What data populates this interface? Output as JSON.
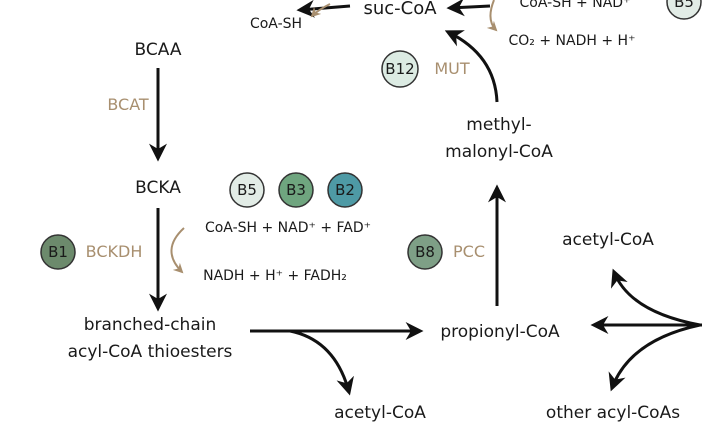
{
  "colors": {
    "text": "#1a1a1a",
    "enzyme": "#a88f6f",
    "arrow": "#111111",
    "cofactor_arrow": "#a88f6f",
    "b5": "#e2ece6",
    "b3": "#6fa57f",
    "b2": "#4e9aa5",
    "b1": "#6c8a6c",
    "b8": "#7e9f86",
    "b12": "#dcebe3"
  },
  "metabolites": {
    "suc_coa": "suc-CoA",
    "bcaa": "BCAA",
    "bcka": "BCKA",
    "branched_line1": "branched-chain",
    "branched_line2": "acyl-CoA thioesters",
    "acetyl_coa_bottom": "acetyl-CoA",
    "propionyl_coa": "propionyl-CoA",
    "methyl_line1": "methyl-",
    "methyl_line2": "malonyl-CoA",
    "acetyl_coa_right": "acetyl-CoA",
    "other_acyl_coas": "other acyl-CoAs"
  },
  "enzymes": {
    "bcat": "BCAT",
    "bckdh": "BCKDH",
    "mut": "MUT",
    "pcc": "PCC"
  },
  "vitamins": {
    "b5_top": "B5",
    "b5": "B5",
    "b3": "B3",
    "b2": "B2",
    "b1": "B1",
    "b12": "B12",
    "b8": "B8"
  },
  "cofactors": {
    "coa_sh_top": "CoA-SH",
    "coa_sh_nad_top": "CoA-SH + NAD⁺",
    "co2_nadh": "CO₂ + NADH + H⁺",
    "bckdh_in": "CoA-SH + NAD⁺ + FAD⁺",
    "bckdh_out": "NADH + H⁺ + FADH₂"
  },
  "icons": {
    "arrowhead": "arrowhead-icon"
  }
}
